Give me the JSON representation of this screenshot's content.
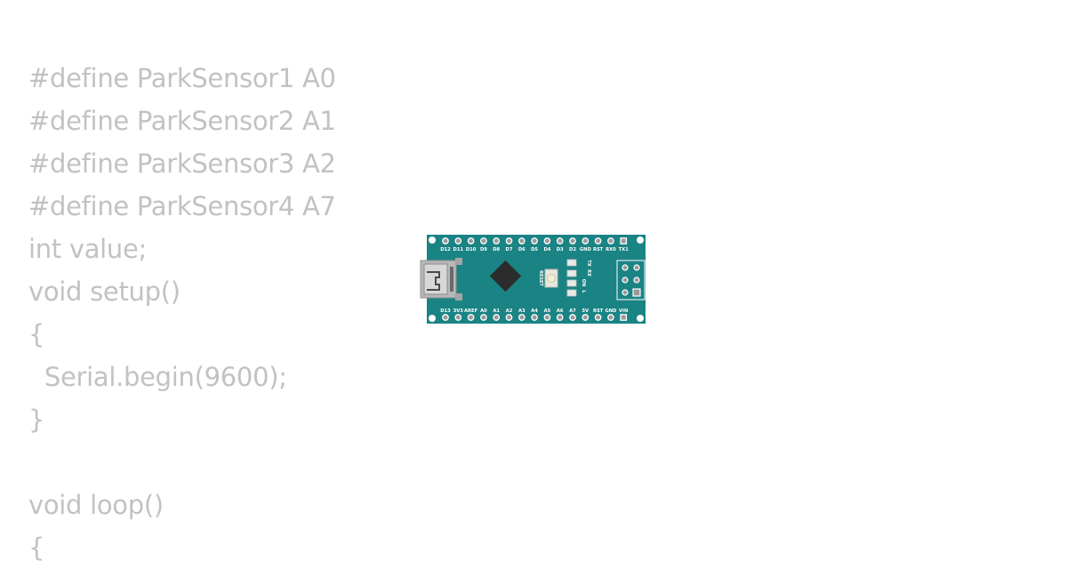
{
  "code": {
    "lines": [
      "#define ParkSensor1 A0",
      "#define ParkSensor2 A1",
      "#define ParkSensor3 A2",
      "#define ParkSensor4 A7",
      "int value;",
      "void setup()",
      "{",
      "  Serial.begin(9600);",
      "}",
      "",
      "void loop()",
      "{"
    ]
  },
  "board": {
    "name": "Arduino Nano",
    "pcb_color": "#1a8384",
    "top_pins": [
      "D12",
      "D11",
      "D10",
      "D9",
      "D8",
      "D7",
      "D6",
      "D5",
      "D4",
      "D3",
      "D2",
      "GND",
      "RST",
      "RX0",
      "TX1"
    ],
    "bottom_pins": [
      "D13",
      "3V3",
      "AREF",
      "A0",
      "A1",
      "A2",
      "A3",
      "A4",
      "A5",
      "A6",
      "A7",
      "5V",
      "RST",
      "GND",
      "VIN"
    ],
    "reset_label": "RESET",
    "led_labels": [
      "TX",
      "RX",
      "ON",
      "L"
    ]
  }
}
